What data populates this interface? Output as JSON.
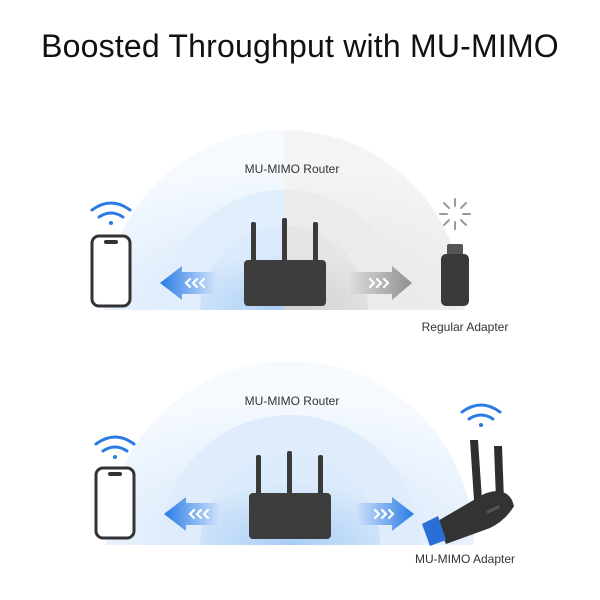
{
  "title": "Boosted Throughput with MU-MIMO",
  "top_scene": {
    "router_label": "MU-MIMO Router",
    "adapter_label": "Regular Adapter"
  },
  "bottom_scene": {
    "router_label": "MU-MIMO Router",
    "adapter_label": "MU-MIMO Adapter"
  },
  "colors": {
    "blue_wave": "#1e7fd6",
    "arrow_blue": "#2a7be4",
    "arrow_gray": "#9a9a9a",
    "device_dark": "#3a3a3a"
  },
  "icons": [
    "wifi-icon",
    "smartphone-icon",
    "router-icon",
    "usb-adapter-icon",
    "signal-burst-icon",
    "arrow-icon"
  ]
}
